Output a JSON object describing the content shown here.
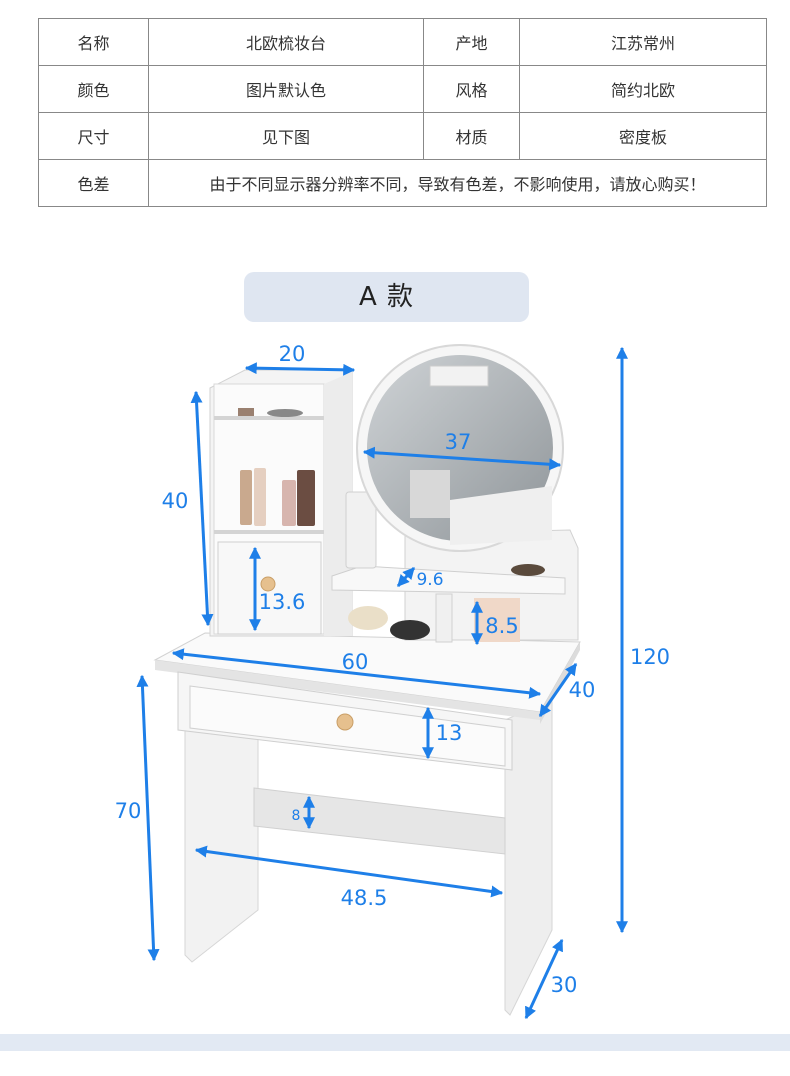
{
  "spec_table": {
    "rows": [
      {
        "label1": "名称",
        "value1": "北欧梳妆台",
        "label2": "产地",
        "value2": "江苏常州"
      },
      {
        "label1": "颜色",
        "value1": "图片默认色",
        "label2": "风格",
        "value2": "简约北欧"
      },
      {
        "label1": "尺寸",
        "value1": "见下图",
        "label2": "材质",
        "value2": "密度板"
      }
    ],
    "note_row": {
      "label": "色差",
      "value": "由于不同显示器分辨率不同，导致有色差，不影响使用，请放心购买！"
    }
  },
  "model_title": "A 款",
  "dimensions": {
    "shelf_width": "20",
    "mirror_diameter": "37",
    "shelf_height": "40",
    "total_height": "120",
    "small_shelf_depth": "9.6",
    "cabinet_door_height": "13.6",
    "small_shelf_height": "8.5",
    "desk_width": "60",
    "desk_depth": "40",
    "desk_height": "70",
    "drawer_height": "13",
    "crossbar_height": "8",
    "inner_width": "48.5",
    "leg_depth": "30"
  },
  "colors": {
    "dimension_blue": "#1e7fe8",
    "furniture_white": "#f7f7f7",
    "edge_gray": "#cfcfcf",
    "pill_bg": "#dfe6f1"
  }
}
